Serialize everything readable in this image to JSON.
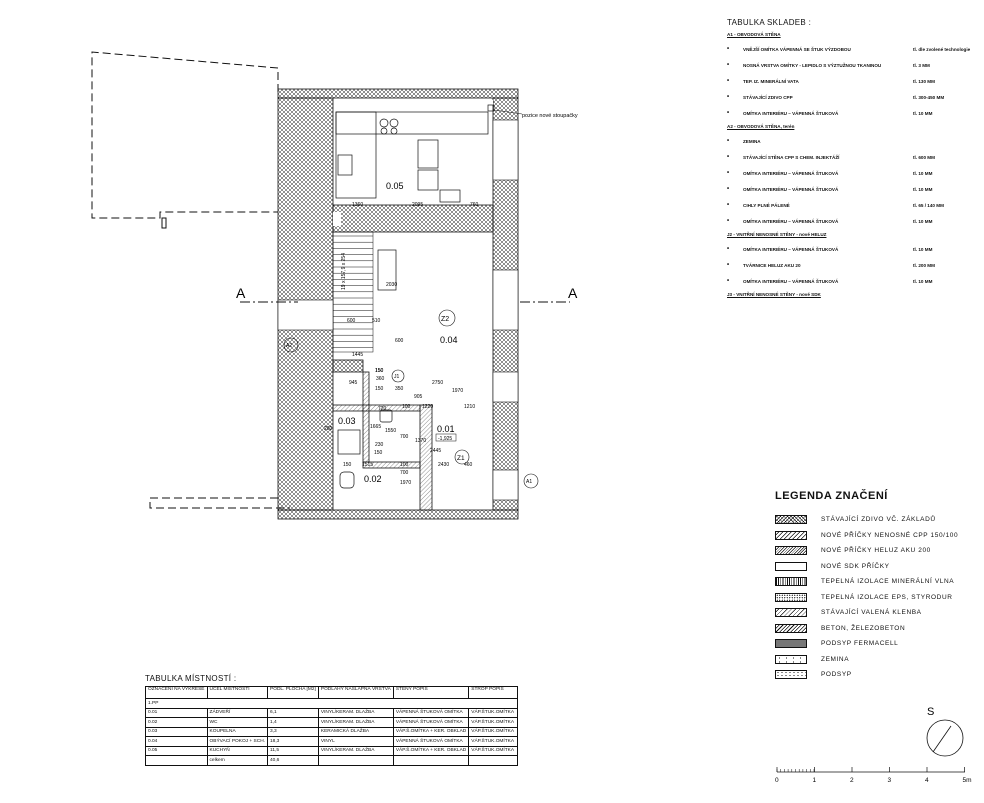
{
  "plan": {
    "section_label_left": "A",
    "section_label_right": "A",
    "riser_note": "pozice nové stoupačky",
    "rooms": [
      {
        "id": "0.05",
        "label": "0.05"
      },
      {
        "id": "0.04",
        "label": "0.04"
      },
      {
        "id": "0.03",
        "label": "0.03"
      },
      {
        "id": "0.02",
        "label": "0.02"
      },
      {
        "id": "0.01",
        "label": "0.01",
        "level": "-1,925"
      }
    ],
    "tags": [
      "A2",
      "A1",
      "J1",
      "Z2",
      "Z1"
    ],
    "dimensions": [
      "1360",
      "2095",
      "760",
      "2030",
      "19 x 157,9 x 254",
      "600",
      "510",
      "600",
      "1445",
      "150",
      "945",
      "150",
      "360",
      "150",
      "2750",
      "1970",
      "350",
      "905",
      "720",
      "100",
      "1220",
      "1210",
      "1665",
      "1550",
      "700",
      "230",
      "1370",
      "150",
      "2445",
      "280",
      "1515",
      "100",
      "700",
      "2430",
      "460",
      "150",
      "1970"
    ]
  },
  "composition": {
    "title": "TABULKA SKLADEB :",
    "sections": [
      {
        "heading": "A1 - OBVODOVÁ STĚNA",
        "rows": [
          {
            "name": "VNĚJŠÍ OMÍTKA VÁPENNÁ SE ŠTUK VÝZDOBOU",
            "thick": "tl. dle zvolené technologie"
          },
          {
            "name": "NOSNÁ VRSTVA OMÍTKY - LEPIDLO S VÝZTUŽNOU TKANINOU",
            "thick": "tl. 3 MM"
          },
          {
            "name": "TEP. IZ. MINERÁLNÍ VATA",
            "thick": "tl. 130 MM"
          },
          {
            "name": "STÁVAJÍCÍ ZDIVO CPP",
            "thick": "tl. 300-450 MM"
          },
          {
            "name": "OMÍTKA INTERIÉRU – VÁPENNÁ ŠTUKOVÁ",
            "thick": "tl. 10 MM"
          }
        ]
      },
      {
        "heading": "A2 - OBVODOVÁ STĚNA, terén",
        "rows": [
          {
            "name": "ZEMINA",
            "thick": ""
          },
          {
            "name": "STÁVAJÍCÍ STĚNA CPP S CHEM. INJEKTÁŽÍ",
            "thick": "tl. 600 MM"
          },
          {
            "name": "OMÍTKA INTERIÉRU – VÁPENNÁ ŠTUKOVÁ",
            "thick": "tl. 10 MM"
          },
          {
            "name": "OMÍTKA INTERIÉRU – VÁPENNÁ ŠTUKOVÁ",
            "thick": "tl. 10 MM"
          },
          {
            "name": "CIHLY PLNÉ PÁLENÉ",
            "thick": "tl. 65 / 140 MM"
          },
          {
            "name": "OMÍTKA INTERIÉRU – VÁPENNÁ ŠTUKOVÁ",
            "thick": "tl. 10 MM"
          }
        ]
      },
      {
        "heading": "J2 - VNITŘNÍ NENOSNÉ STĚNY - nové HELUZ",
        "rows": [
          {
            "name": "OMÍTKA INTERIÉRU – VÁPENNÁ ŠTUKOVÁ",
            "thick": "tl. 10 MM"
          },
          {
            "name": "TVÁRNICE HELUZ AKU 20",
            "thick": "tl. 200 MM"
          },
          {
            "name": "OMÍTKA INTERIÉRU – VÁPENNÁ ŠTUKOVÁ",
            "thick": "tl. 10 MM"
          }
        ]
      },
      {
        "heading": "J3 - VNITŘNÍ NENOSNÉ STĚNY - nové SDK",
        "rows": []
      }
    ]
  },
  "legend": {
    "title": "LEGENDA ZNAČENÍ",
    "items": [
      {
        "pattern": "cross",
        "label": "STÁVAJÍCÍ ZDIVO VČ. ZÁKLADŮ"
      },
      {
        "pattern": "diag",
        "label": "NOVÉ PŘÍČKY NENOSNÉ CPP 150/100"
      },
      {
        "pattern": "diag2",
        "label": "NOVÉ PŘÍČKY HELUZ AKU 200"
      },
      {
        "pattern": "dark",
        "label": "NOVÉ SDK PŘÍČKY"
      },
      {
        "pattern": "vlines",
        "label": "TEPELNÁ IZOLACE MINERÁLNÍ VLNA"
      },
      {
        "pattern": "eps",
        "label": "TEPELNÁ IZOLACE EPS, STYRODUR"
      },
      {
        "pattern": "dashd",
        "label": "STÁVAJÍCÍ VALENÁ KLENBA"
      },
      {
        "pattern": "beton",
        "label": "BETON, ŽELEZOBETON"
      },
      {
        "pattern": "ferm",
        "label": "PODSYP FERMACELL"
      },
      {
        "pattern": "zem",
        "label": "ZEMINA"
      },
      {
        "pattern": "pods",
        "label": "PODSYP"
      }
    ]
  },
  "room_table": {
    "title": "TABULKA MÍSTNOSTÍ :",
    "headers": [
      "OZNAČENÍ NA VÝKRESE",
      "ÚČEL MÍSTNOSTI",
      "PODL. PLOCHA [M2]",
      "PODLAHY NÁŠLAPNÁ VRSTVA",
      "STĚNY POPIS",
      "STROP POPIS"
    ],
    "group": "1.PP",
    "rows": [
      [
        "0.01",
        "ZÁDVEŘÍ",
        "6,1",
        "VINYL/KERAM. DLAŽBA",
        "VÁPENNÁ ŠTUKOVÁ OMÍTKA",
        "VÁP.ŠTUK.OMÍTKA"
      ],
      [
        "0.02",
        "WC",
        "1,4",
        "VINYL/KERAM. DLAŽBA",
        "VÁPENNÁ ŠTUKOVÁ OMÍTKA",
        "VÁP.ŠTUK.OMÍTKA"
      ],
      [
        "0.03",
        "KOUPELNA",
        "3,3",
        "KERAMICKÁ DLAŽBA",
        "VÁP.Š.OMÍTKA + KER. OBKLAD",
        "VÁP.ŠTUK.OMÍTKA"
      ],
      [
        "0.04",
        "OBÝVACÍ POKOJ + SCH.",
        "18,3",
        "VINYL",
        "VÁPENNÁ ŠTUKOVÁ OMÍTKA",
        "VÁP.ŠTUK.OMÍTKA"
      ],
      [
        "0.05",
        "KUCHYŇ",
        "11,5",
        "VINYL/KERAM. DLAŽBA",
        "VÁP.Š.OMÍTKA + KER. OBKLAD",
        "VÁP.ŠTUK.OMÍTKA"
      ]
    ],
    "total_label": "celkem",
    "total_value": "40,6"
  },
  "north": {
    "label": "S"
  },
  "scale": {
    "ticks": [
      "0",
      "1",
      "2",
      "3",
      "4",
      "5m"
    ]
  }
}
